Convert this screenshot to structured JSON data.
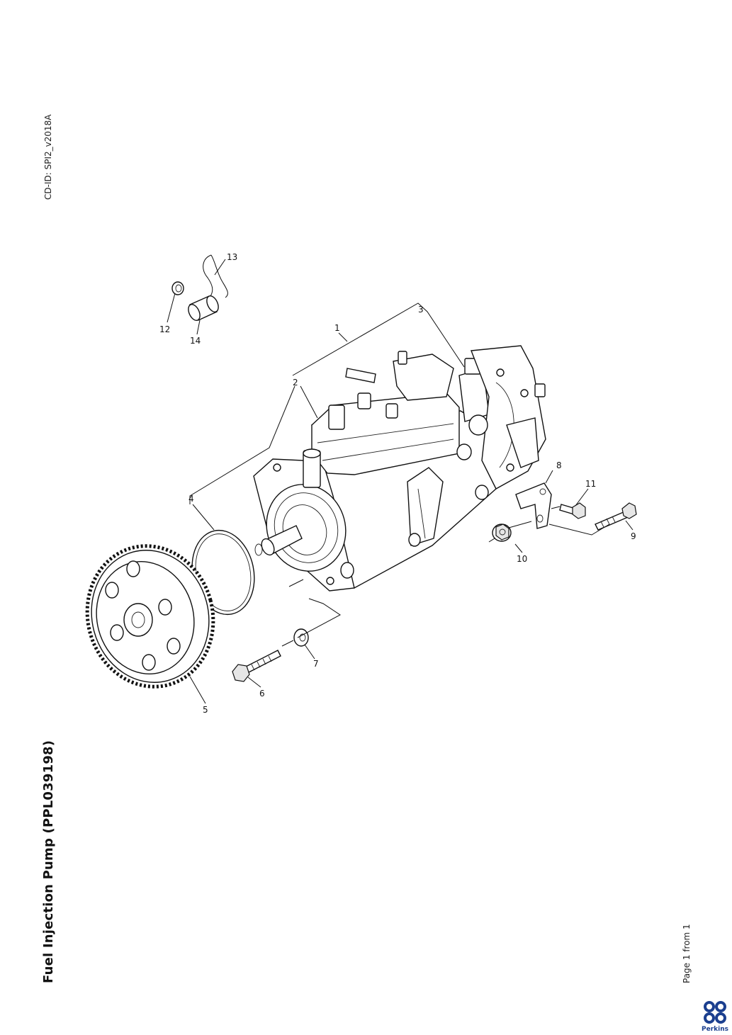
{
  "document": {
    "cd_id": "CD-ID: SPI2_v2018A",
    "title": "Fuel Injection Pump (PPL039198)",
    "page": "Page 1 from 1"
  },
  "brand": {
    "name": "Perkins",
    "color": "#1b3f8f"
  },
  "callouts": [
    "1",
    "2",
    "3",
    "4",
    "5",
    "6",
    "7",
    "8",
    "9",
    "10",
    "11",
    "12",
    "13",
    "14"
  ]
}
